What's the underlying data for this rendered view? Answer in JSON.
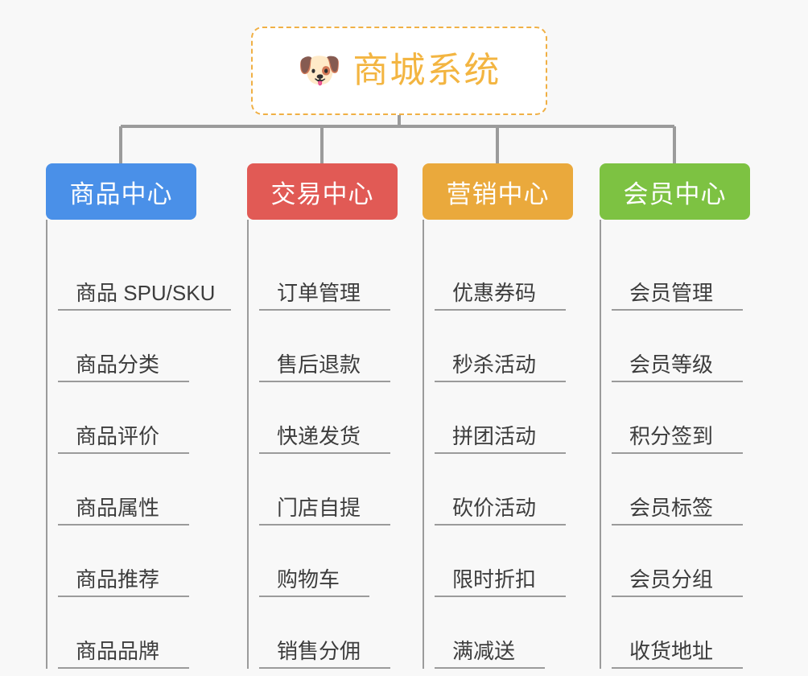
{
  "canvas": {
    "background": "#f8f8f8",
    "line_color": "#9b9b9b"
  },
  "root": {
    "emoji": "🐶",
    "emoji_name": "dog-face-emoji",
    "title": "商城系统",
    "title_color": "#f3b541",
    "border_color": "#f0b045",
    "background": "#ffffff"
  },
  "branches": [
    {
      "label": "商品中心",
      "color": "#4a90e8",
      "items": [
        "商品 SPU/SKU",
        "商品分类",
        "商品评价",
        "商品属性",
        "商品推荐",
        "商品品牌"
      ]
    },
    {
      "label": "交易中心",
      "color": "#e15a55",
      "items": [
        "订单管理",
        "售后退款",
        "快递发货",
        "门店自提",
        "购物车",
        "销售分佣"
      ]
    },
    {
      "label": "营销中心",
      "color": "#eaa93c",
      "items": [
        "优惠券码",
        "秒杀活动",
        "拼团活动",
        "砍价活动",
        "限时折扣",
        "满减送"
      ]
    },
    {
      "label": "会员中心",
      "color": "#7dc242",
      "items": [
        "会员管理",
        "会员等级",
        "积分签到",
        "会员标签",
        "会员分组",
        "收货地址"
      ]
    }
  ]
}
